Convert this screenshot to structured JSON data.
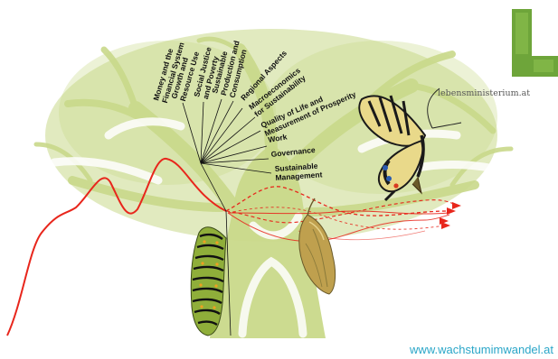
{
  "branches": [
    {
      "id": "money",
      "lines": [
        "Money and the",
        "Financial System"
      ]
    },
    {
      "id": "growth",
      "lines": [
        "Growth and",
        "Resource Use"
      ]
    },
    {
      "id": "social",
      "lines": [
        "Social Justice",
        "and Poverty"
      ]
    },
    {
      "id": "production",
      "lines": [
        "Sustainable",
        "Production and",
        "Consumption"
      ]
    },
    {
      "id": "regional",
      "lines": [
        "Regional Aspects"
      ]
    },
    {
      "id": "macro",
      "lines": [
        "Macroeconomics",
        "for Sustainability"
      ]
    },
    {
      "id": "quality",
      "lines": [
        "Quality of Life and",
        "Measurement of Prosperity"
      ]
    },
    {
      "id": "work",
      "lines": [
        "Work"
      ]
    },
    {
      "id": "governance",
      "lines": [
        "Governance"
      ]
    },
    {
      "id": "management",
      "lines": [
        "Sustainable",
        "Management"
      ]
    }
  ],
  "logo": {
    "letter_icon": "green-L-logo-icon",
    "text": "lebensministerium.at"
  },
  "footer": {
    "url": "www.wachstumimwandel.at"
  },
  "colors": {
    "growth_curve": "#e8261c",
    "tree": "#c9d98a",
    "logo_green": "#6ea53a",
    "url": "#2aa6c8"
  },
  "icons": [
    "tree-silhouette-icon",
    "caterpillar-icon",
    "chrysalis-icon",
    "swallowtail-butterfly-icon",
    "arrow-head-icon"
  ]
}
